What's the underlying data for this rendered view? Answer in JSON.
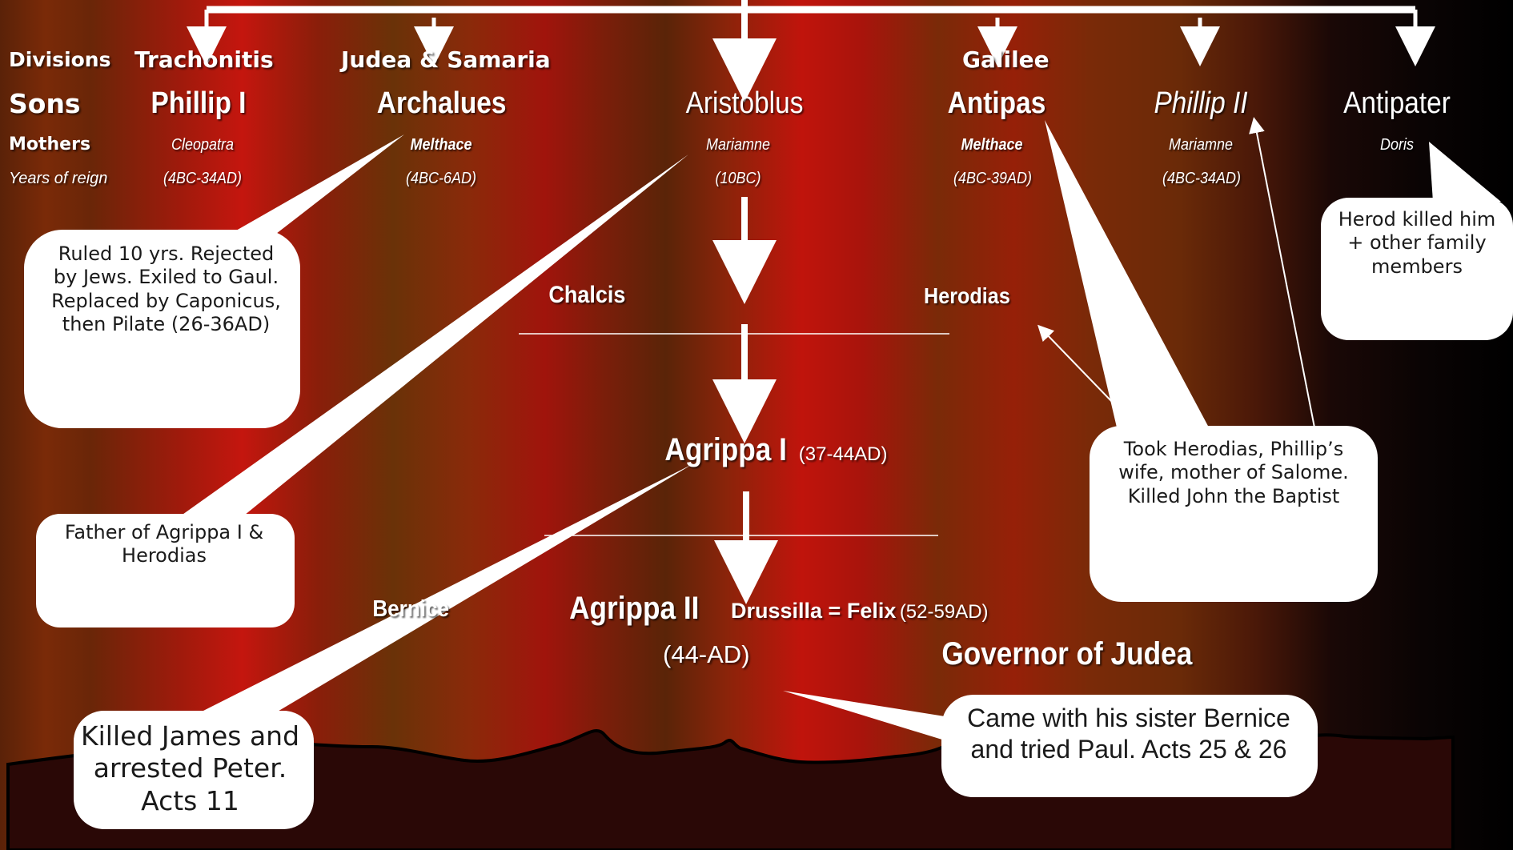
{
  "row_labels": {
    "divisions": "Divisions",
    "sons": "Sons",
    "mothers": "Mothers",
    "years": "Years of reign"
  },
  "divisions": {
    "trachonitis": "Trachonitis",
    "judea_samaria": "Judea & Samaria",
    "galilee": "Galilee"
  },
  "sons": [
    {
      "name": "Phillip I",
      "mother": "Cleopatra",
      "years": "(4BC-34AD)"
    },
    {
      "name": "Archalues",
      "mother": "Melthace",
      "years": "(4BC-6AD)"
    },
    {
      "name": "Aristoblus",
      "mother": "Mariamne",
      "years": "(10BC)"
    },
    {
      "name": "Antipas",
      "mother": "Melthace",
      "years": "(4BC-39AD)"
    },
    {
      "name": "Phillip II",
      "mother": "Mariamne",
      "years": "(4BC-34AD)"
    },
    {
      "name": "Antipater",
      "mother": "Doris",
      "years": ""
    }
  ],
  "lineage": {
    "chalcis": "Chalcis",
    "herodias": "Herodias",
    "agrippa1_name": "Agrippa I",
    "agrippa1_years": "(37-44AD)",
    "bernice": "Bernice",
    "agrippa2_name": "Agrippa II",
    "agrippa2_years": "(44-AD)",
    "drussilla": "Drussilla = Felix",
    "drussilla_years": "(52-59AD)",
    "governor": "Governor of Judea"
  },
  "callouts": {
    "archalues": "Ruled 10 yrs. Rejected by Jews. Exiled to Gaul. Replaced by Caponicus, then Pilate (26-36AD)",
    "aristoblus": "Father of Agrippa I & Herodias",
    "agrippa1": "Killed James and arrested Peter. Acts 11",
    "antipas": "Took Herodias, Phillip’s wife, mother of Salome. Killed John the Baptist",
    "antipater": "Herod killed him + other family members",
    "agrippa2": "Came with his sister Bernice and tried Paul. Acts 25 & 26"
  },
  "colors": {
    "text": "#ffffff",
    "callout_fill": "#ffffff",
    "callout_text": "#1a1a1a",
    "background_left": "#5a2208",
    "background_mid": "#c4160e",
    "background_right": "#000000"
  }
}
